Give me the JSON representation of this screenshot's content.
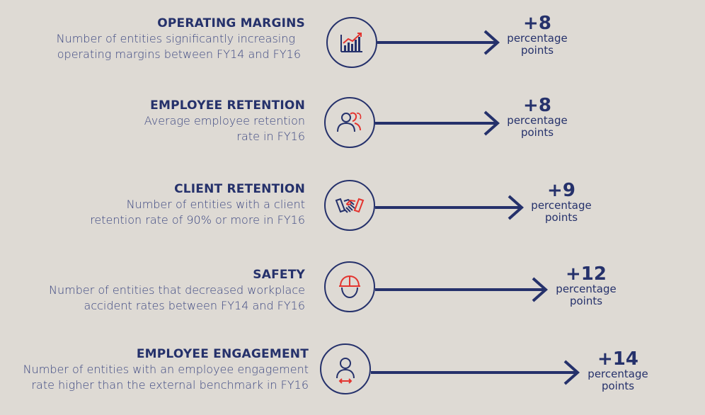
{
  "metrics": [
    {
      "title": "OPERATING MARGINS",
      "desc1": "Number of entities significantly increasing",
      "desc2": "operating margins between FY14 and FY16",
      "value": "+8",
      "unit1": "percentage",
      "unit2": "points",
      "icon": "bar-chart-icon"
    },
    {
      "title": "EMPLOYEE RETENTION",
      "desc1": "Average employee retention",
      "desc2": "rate in FY16",
      "value": "+8",
      "unit1": "percentage",
      "unit2": "points",
      "icon": "people-icon"
    },
    {
      "title": "CLIENT RETENTION",
      "desc1": "Number of entities with a client",
      "desc2": "retention rate of 90% or more in FY16",
      "value": "+9",
      "unit1": "percentage",
      "unit2": "points",
      "icon": "handshake-icon"
    },
    {
      "title": "SAFETY",
      "desc1": "Number of entities that decreased workplace",
      "desc2": "accident rates between FY14 and FY16",
      "value": "+12",
      "unit1": "percentage",
      "unit2": "points",
      "icon": "hard-hat-icon"
    },
    {
      "title": "EMPLOYEE ENGAGEMENT",
      "desc1": "Number of entities with an employee engagement",
      "desc2": "rate higher than the external benchmark in FY16",
      "value": "+14",
      "unit1": "percentage",
      "unit2": "points",
      "icon": "person-icon"
    }
  ],
  "colors": {
    "navy": "#25316b",
    "accent": "#e3342f",
    "background": "#dedad4"
  }
}
